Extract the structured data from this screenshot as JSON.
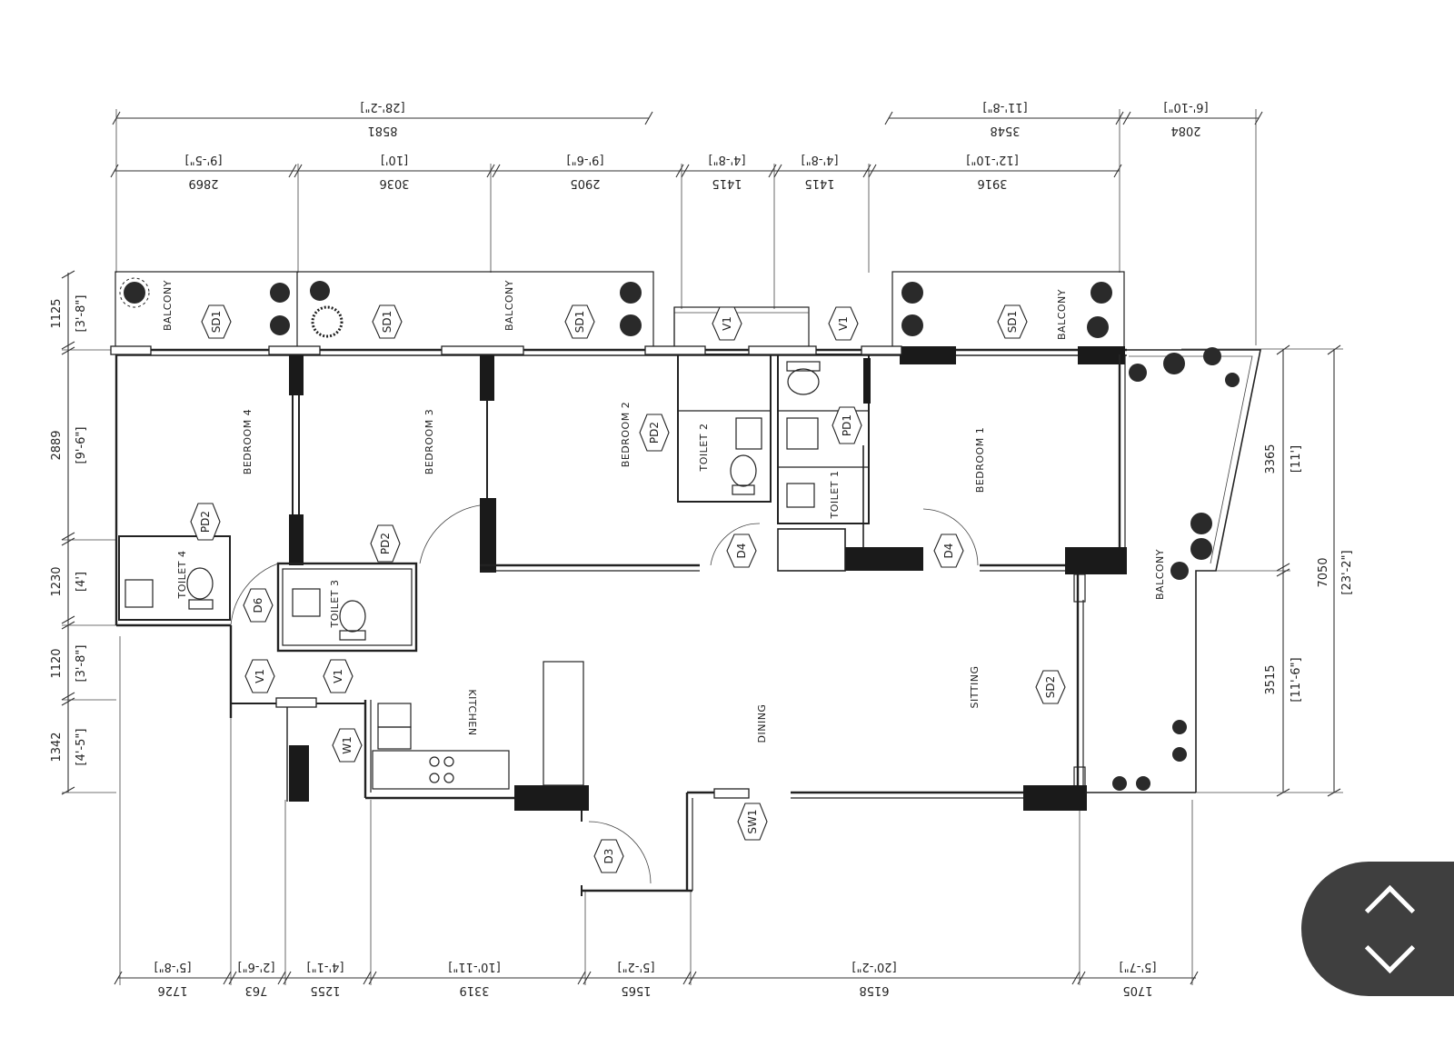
{
  "top_dimensions": {
    "overall_left": {
      "mm": "8581",
      "imperial": "[28'-2\"]"
    },
    "overall_right_a": {
      "mm": "3548",
      "imperial": "[11'-8\"]"
    },
    "overall_right_b": {
      "mm": "2084",
      "imperial": "[6'-10\"]"
    },
    "segments": [
      {
        "mm": "2869",
        "imperial": "[9'-5\"]"
      },
      {
        "mm": "3036",
        "imperial": "[10']"
      },
      {
        "mm": "2905",
        "imperial": "[9'-6\"]"
      },
      {
        "mm": "1415",
        "imperial": "[4'-8\"]"
      },
      {
        "mm": "1415",
        "imperial": "[4'-8\"]"
      },
      {
        "mm": "3916",
        "imperial": "[12'-10\"]"
      }
    ]
  },
  "bottom_dimensions": [
    {
      "mm": "1726",
      "imperial": "[5'-8\"]"
    },
    {
      "mm": "763",
      "imperial": "[2'-6\"]"
    },
    {
      "mm": "1255",
      "imperial": "[4'-1\"]"
    },
    {
      "mm": "3319",
      "imperial": "[10'-11\"]"
    },
    {
      "mm": "1565",
      "imperial": "[5'-2\"]"
    },
    {
      "mm": "6158",
      "imperial": "[20'-2\"]"
    },
    {
      "mm": "1705",
      "imperial": "[5'-7\"]"
    }
  ],
  "left_dimensions": [
    {
      "mm": "1125",
      "imperial": "[3'-8\"]"
    },
    {
      "mm": "2889",
      "imperial": "[9'-6\"]"
    },
    {
      "mm": "1230",
      "imperial": "[4']"
    },
    {
      "mm": "1120",
      "imperial": "[3'-8\"]"
    },
    {
      "mm": "1342",
      "imperial": "[4'-5\"]"
    }
  ],
  "right_dimensions": [
    {
      "mm": "3365",
      "imperial": "[11']"
    },
    {
      "mm": "3515",
      "imperial": "[11'-6\"]"
    },
    {
      "mm": "7050",
      "imperial": "[23'-2\"]"
    }
  ],
  "rooms": {
    "bedroom1": "BEDROOM 1",
    "bedroom2": "BEDROOM 2",
    "bedroom3": "BEDROOM 3",
    "bedroom4": "BEDROOM 4",
    "toilet1": "TOILET 1",
    "toilet2": "TOILET 2",
    "toilet3": "TOILET 3",
    "toilet4": "TOILET 4",
    "kitchen": "KITCHEN",
    "dining": "DINING",
    "sitting": "SITTING",
    "balcony": "BALCONY"
  },
  "tags": {
    "sd1": "SD1",
    "sd2": "SD2",
    "v1": "V1",
    "pd1": "PD1",
    "pd2": "PD2",
    "d3": "D3",
    "d4": "D4",
    "d6": "D6",
    "w1": "W1",
    "sw1": "SW1"
  }
}
